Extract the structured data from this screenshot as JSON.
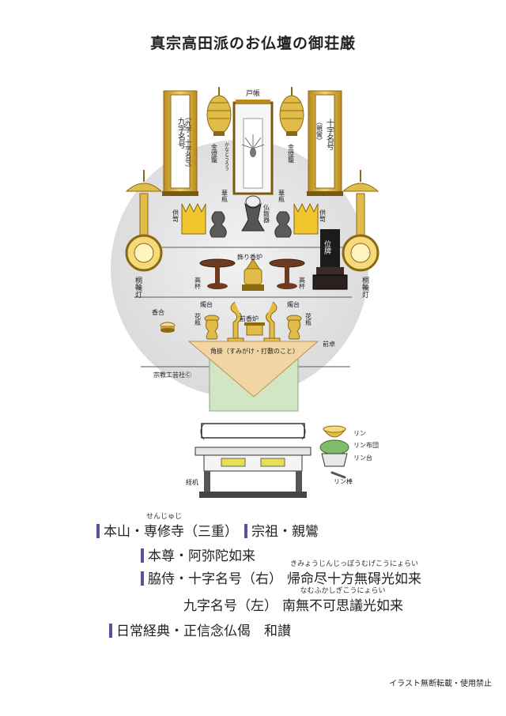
{
  "title": "真宗高田派のお仏壇の御荘厳",
  "labels": {
    "tocho": "戸帳",
    "kanatoro": "かなとうろう",
    "kintoro_left": "金燈籠",
    "kintoro_right": "金燈籠",
    "kuji_myogo": "九字名号",
    "kuji_sub": "（九字・十字名号）",
    "juji_myogo": "十字名号",
    "juji_sub": "（親鸞）",
    "kebyo_left": "華瓶",
    "kebyo_right": "華瓶",
    "kuge_left": "供笥",
    "kuge_right": "供笥",
    "buppanki": "仏飯器",
    "ihai": "位牌",
    "kazari_koro": "飾り香炉",
    "takatsuki_left": "高杯",
    "takatsuki_right": "高杯",
    "tourin_left": "桐輪灯",
    "tourin_right": "桐輪灯",
    "shokudai_left": "燭台",
    "shokudai_right": "燭台",
    "kebyo2_left": "花瓶",
    "kebyo2_right": "花瓶",
    "kogo": "香合",
    "mae_koro": "前香炉",
    "mae_shoku": "前卓",
    "uchishiki": "角掛（すみがけ・打敷のこと）",
    "copyright": "宗教工芸社Ⓒ",
    "kyoki": "経机",
    "rin": "リン",
    "rin_futon": "リン布団",
    "rin_dai": "リン台",
    "rin_bo": "リン棒"
  },
  "info": {
    "honzan": "本山・",
    "honzan_temple": "専修寺",
    "honzan_ruby": "せんじゅじ",
    "honzan_note": "（三重）",
    "shuso": "宗祖・親鸞",
    "honzon": "本尊・阿弥陀如来",
    "wakiji_prefix": "脇侍・十字名号（右）",
    "juji_text": "帰命尽十方無碍光如来",
    "juji_ruby": "きみょうじんじっぽうむげこうにょらい",
    "kuji_prefix": "九字名号（左）",
    "kuji_text": "南無不可思議光如来",
    "kuji_ruby": "なむふかしぎこうにょらい",
    "kyoten": "日常経典・正信念仏偈　和讃"
  },
  "footer": "イラスト無断転載・使用禁止",
  "colors": {
    "accent": "#5a4fa0",
    "gold": "#d9b23a",
    "gold_dark": "#9a7414",
    "circle": "#e6e6e6",
    "cloth": "#d3e6c3",
    "cloth_tri": "#f1d6a4"
  }
}
